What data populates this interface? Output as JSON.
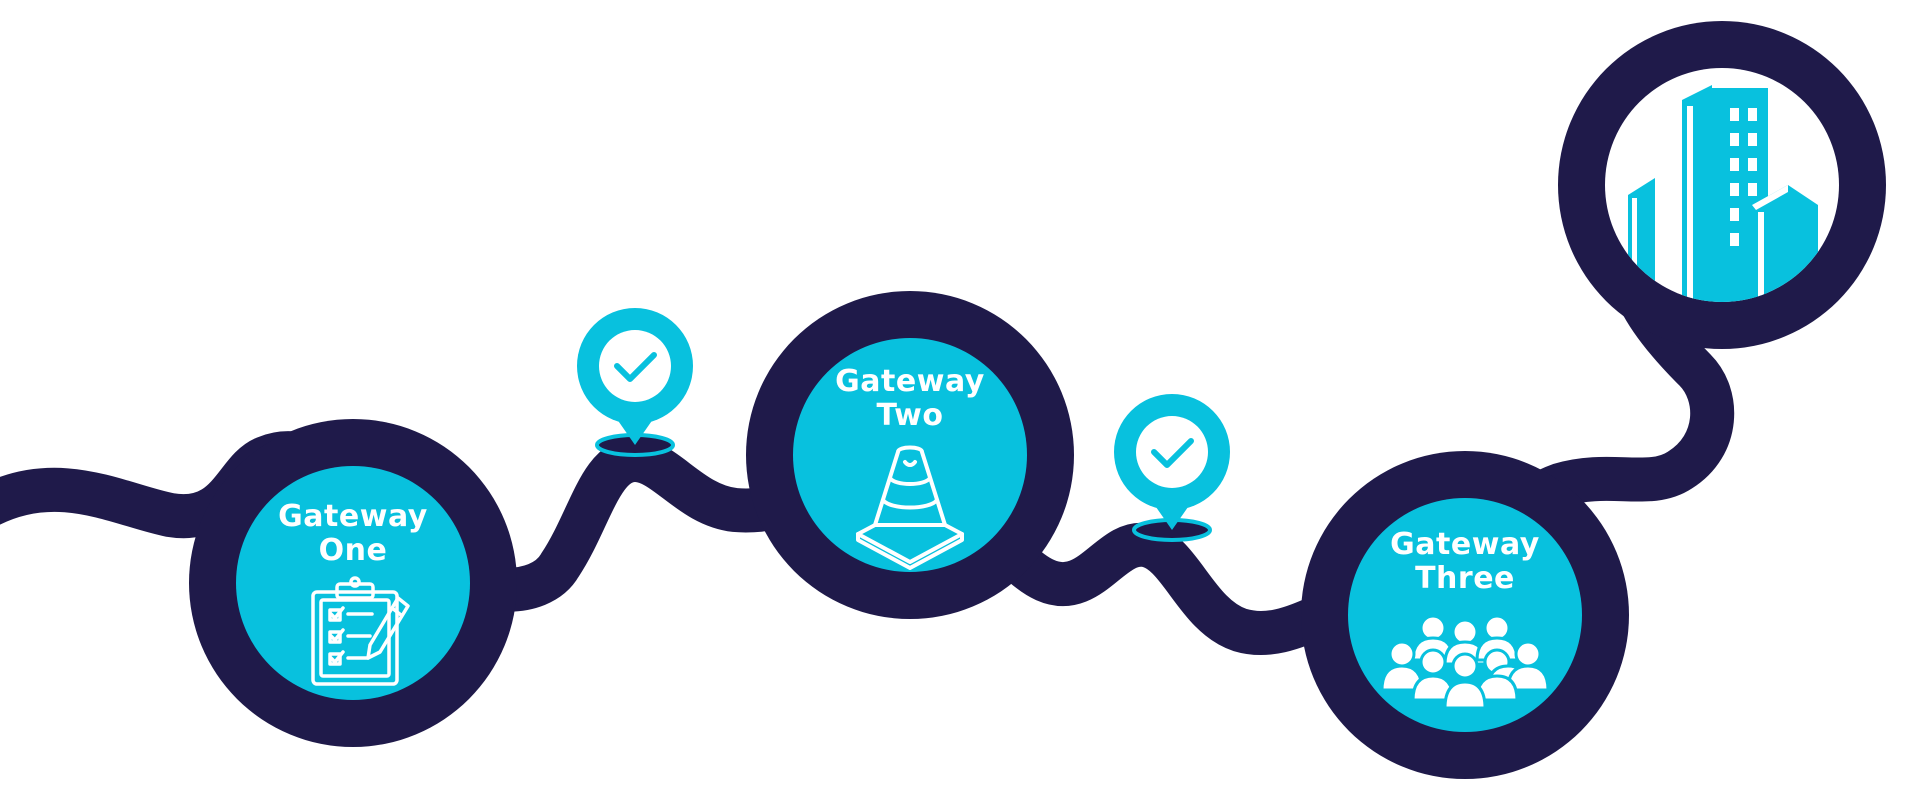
{
  "colors": {
    "navy": "#1f1a4a",
    "cyan": "#08c1de",
    "white": "#ffffff"
  },
  "gateways": [
    {
      "title_line1": "Gateway",
      "title_line2": "One",
      "icon": "clipboard-checklist-icon"
    },
    {
      "title_line1": "Gateway",
      "title_line2": "Two",
      "icon": "traffic-cone-icon"
    },
    {
      "title_line1": "Gateway",
      "title_line2": "Three",
      "icon": "people-group-icon"
    }
  ],
  "milestones": [
    {
      "icon": "check-pin-icon"
    },
    {
      "icon": "check-pin-icon"
    }
  ],
  "destination": {
    "icon": "office-buildings-icon"
  }
}
